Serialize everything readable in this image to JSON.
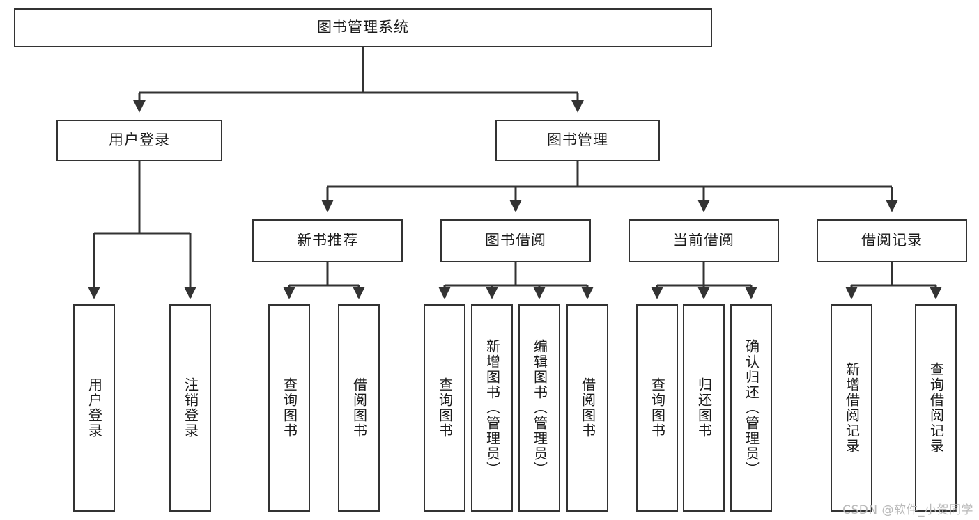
{
  "diagram": {
    "title": "图书管理系统",
    "type": "hierarchy-tree",
    "watermark": "CSDN @软件_小贺同学",
    "colors": {
      "stroke": "#333333",
      "fill": "#ffffff",
      "text": "#1a1a1a",
      "watermark": "#b9b9b9"
    },
    "nodes": {
      "root": {
        "label": "图书管理系统",
        "orientation": "horizontal"
      },
      "level1": [
        {
          "id": "user-login",
          "label": "用户登录",
          "orientation": "horizontal"
        },
        {
          "id": "book-management",
          "label": "图书管理",
          "orientation": "horizontal"
        }
      ],
      "level2": [
        {
          "id": "new-book-recommend",
          "label": "新书推荐",
          "orientation": "horizontal"
        },
        {
          "id": "book-borrow",
          "label": "图书借阅",
          "orientation": "horizontal"
        },
        {
          "id": "current-borrow",
          "label": "当前借阅",
          "orientation": "horizontal"
        },
        {
          "id": "borrow-record",
          "label": "借阅记录",
          "orientation": "horizontal"
        }
      ],
      "leaves": [
        {
          "id": "leaf-user-login",
          "label": "用户登录",
          "parent": "user-login",
          "orientation": "vertical"
        },
        {
          "id": "leaf-logout-login",
          "label": "注销登录",
          "parent": "user-login",
          "orientation": "vertical"
        },
        {
          "id": "leaf-query-book-1",
          "label": "查询图书",
          "parent": "new-book-recommend",
          "orientation": "vertical"
        },
        {
          "id": "leaf-borrow-book-1",
          "label": "借阅图书",
          "parent": "new-book-recommend",
          "orientation": "vertical"
        },
        {
          "id": "leaf-query-book-2",
          "label": "查询图书",
          "parent": "book-borrow",
          "orientation": "vertical"
        },
        {
          "id": "leaf-add-book",
          "label": "新增图书（管理员）",
          "parent": "book-borrow",
          "orientation": "vertical"
        },
        {
          "id": "leaf-edit-book",
          "label": "编辑图书（管理员）",
          "parent": "book-borrow",
          "orientation": "vertical"
        },
        {
          "id": "leaf-borrow-book-2",
          "label": "借阅图书",
          "parent": "book-borrow",
          "orientation": "vertical"
        },
        {
          "id": "leaf-query-book-3",
          "label": "查询图书",
          "parent": "current-borrow",
          "orientation": "vertical"
        },
        {
          "id": "leaf-return-book",
          "label": "归还图书",
          "parent": "current-borrow",
          "orientation": "vertical"
        },
        {
          "id": "leaf-confirm-return",
          "label": "确认归还（管理员）",
          "parent": "current-borrow",
          "orientation": "vertical"
        },
        {
          "id": "leaf-add-record",
          "label": "新增借阅记录",
          "parent": "borrow-record",
          "orientation": "vertical"
        },
        {
          "id": "leaf-query-record",
          "label": "查询借阅记录",
          "parent": "borrow-record",
          "orientation": "vertical"
        }
      ]
    }
  }
}
